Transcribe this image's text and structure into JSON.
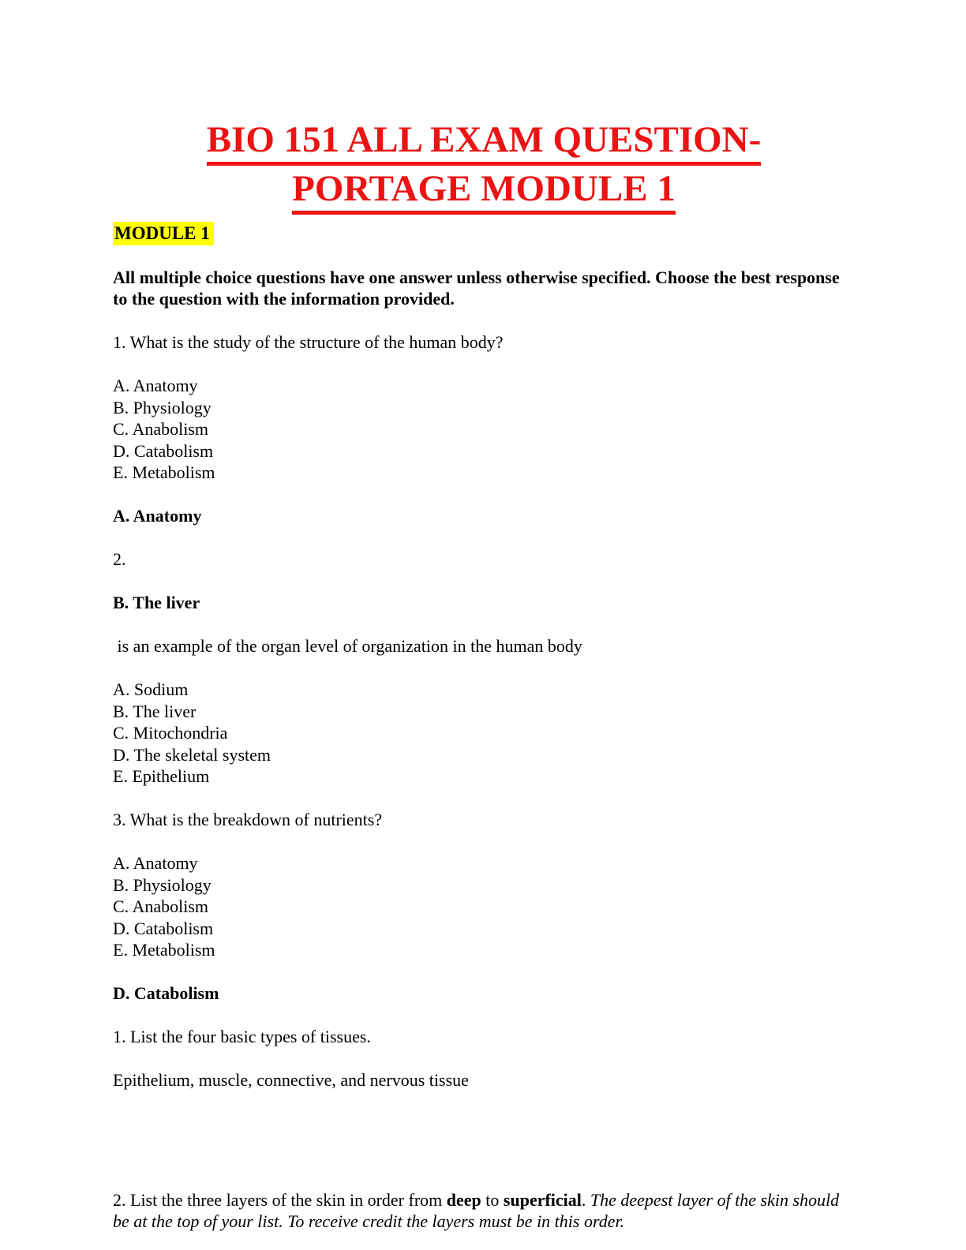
{
  "page": {
    "title": {
      "line1": "BIO 151 ALL EXAM QUESTION-",
      "line2": "PORTAGE MODULE 1",
      "color": "#ec1313"
    },
    "module_heading": {
      "text": "MODULE 1",
      "highlight_color": "#ffff00",
      "text_color": "#000000"
    },
    "instructions": "All multiple choice questions have one answer unless otherwise specified. Choose the best response to the question with the information provided."
  },
  "questions": {
    "q1": {
      "stem": "1. What is the study of the structure of the human body?",
      "options": [
        "A. Anatomy",
        "B. Physiology",
        "C. Anabolism",
        "D. Catabolism",
        "E. Metabolism"
      ],
      "answer": "A. Anatomy"
    },
    "q2": {
      "number": "2.",
      "answer": "B. The liver",
      "stem": " is an example of the organ level of organization in the human body",
      "options": [
        "A. Sodium",
        "B. The liver",
        "C. Mitochondria",
        "D. The skeletal system",
        "E. Epithelium"
      ]
    },
    "q3": {
      "stem": "3. What is the breakdown of nutrients?",
      "options": [
        "A. Anatomy",
        "B. Physiology",
        "C. Anabolism",
        "D. Catabolism",
        "E. Metabolism"
      ],
      "answer": "D. Catabolism"
    }
  },
  "short_answer": {
    "q1": {
      "stem": "1. List the four basic types of tissues.",
      "answer": "Epithelium, muscle, connective, and nervous tissue"
    },
    "q2": {
      "runs": {
        "prefix": "2. List the three layers of the skin in order from ",
        "bold1": "deep",
        "mid": " to ",
        "bold2": "superficial",
        "period": ". ",
        "italic": "The deepest layer of the skin should be at the top of your list. To receive credit the layers must be in this order."
      }
    }
  }
}
